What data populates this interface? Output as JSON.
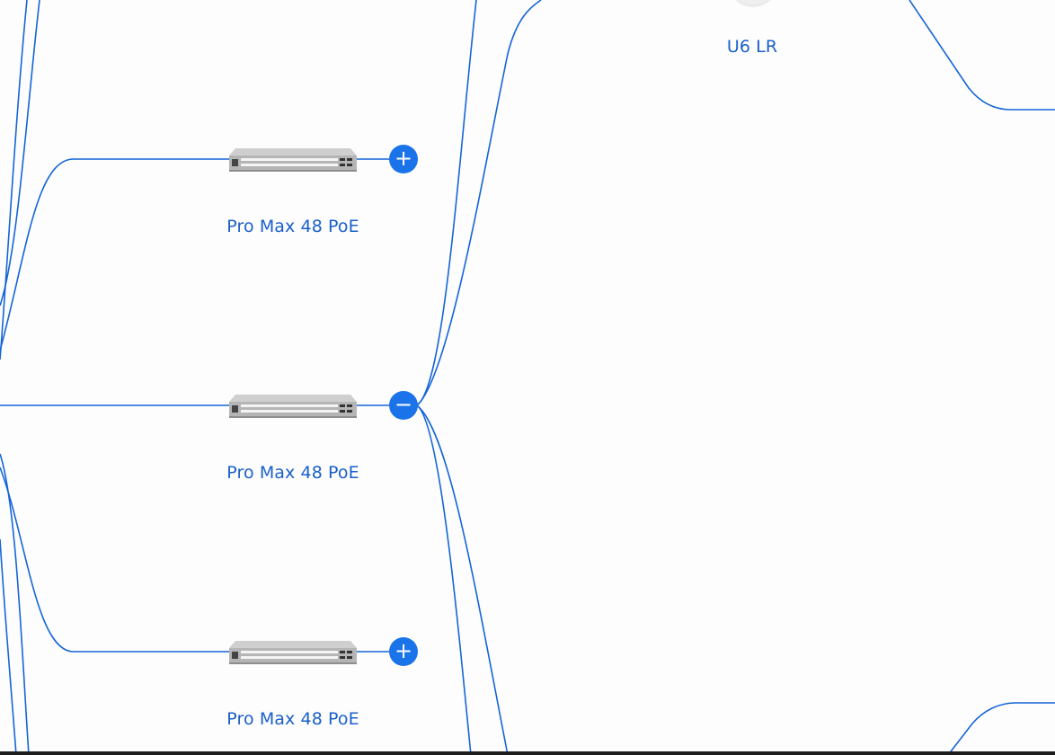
{
  "topology": {
    "nodes": [
      {
        "id": "switch-1",
        "label": "Pro Max 48 PoE",
        "toggle": "+",
        "expanded": false
      },
      {
        "id": "switch-2",
        "label": "Pro Max 48 PoE",
        "toggle": "−",
        "expanded": true
      },
      {
        "id": "switch-3",
        "label": "Pro Max 48 PoE",
        "toggle": "+",
        "expanded": false
      }
    ],
    "access_point": {
      "label": "U6 LR"
    }
  },
  "colors": {
    "wire": "#1565d8",
    "label": "#1a5fc9",
    "toggle_bg": "#1a73e8",
    "background": "#fdfdfd"
  },
  "icons": {
    "switch": "network-switch-icon",
    "expand": "plus-icon",
    "collapse": "minus-icon",
    "access_point": "access-point-icon"
  }
}
